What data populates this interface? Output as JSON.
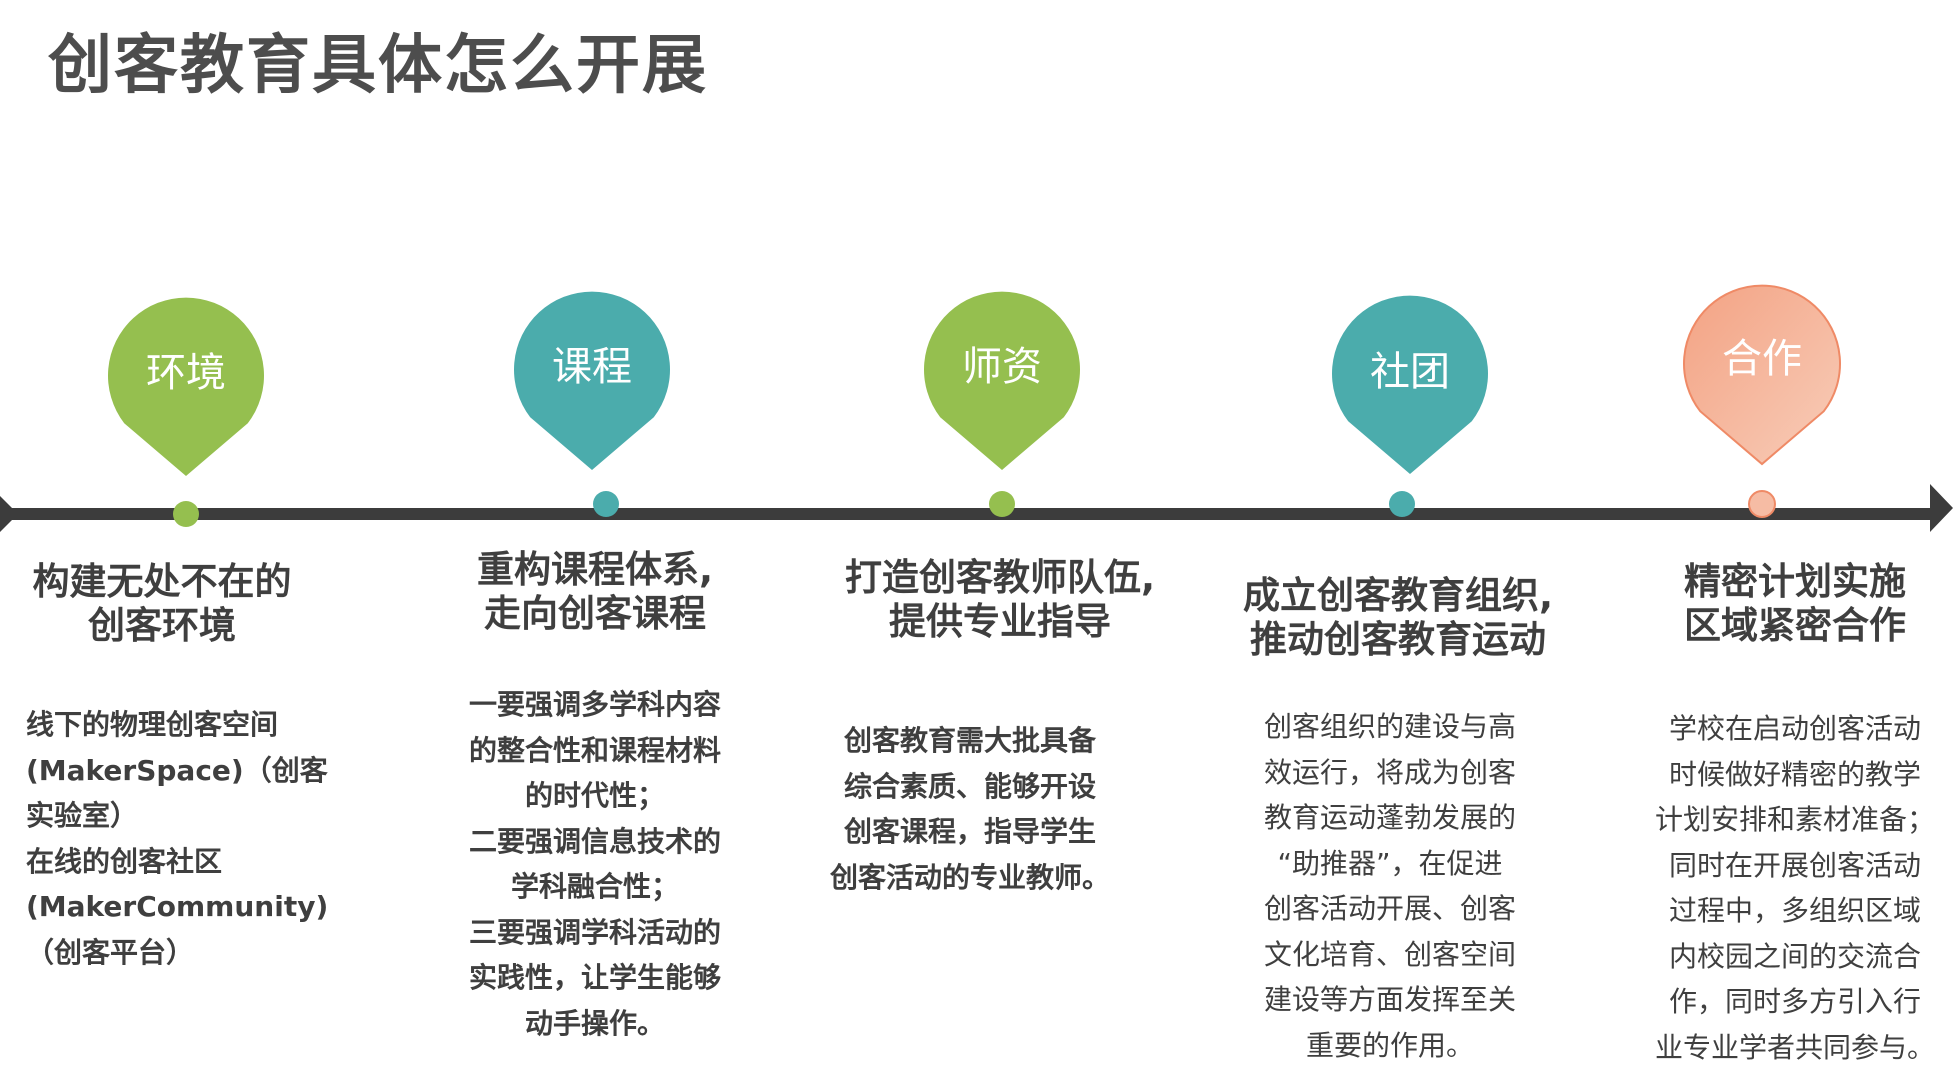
{
  "title": "创客教育具体怎么开展",
  "colors": {
    "green": "#95bf4f",
    "teal": "#4bacac",
    "orange_light": "#f6bca4",
    "orange_dark": "#ef8a66",
    "arrow": "#3c3c3c"
  },
  "stages": [
    {
      "label": "环境",
      "heading": [
        "构建无处不在的",
        "创客环境"
      ],
      "description": [
        "线下的物理创客空间",
        "(MakerSpace)（创客",
        "实验室）",
        "在线的创客社区",
        "(MakerCommunity)",
        "（创客平台）"
      ]
    },
    {
      "label": "课程",
      "heading": [
        "重构课程体系,",
        "走向创客课程"
      ],
      "description": [
        "一要强调多学科内容",
        "的整合性和课程材料",
        "的时代性；",
        "二要强调信息技术的",
        "学科融合性；",
        "三要强调学科活动的",
        "实践性，让学生能够",
        "动手操作。"
      ]
    },
    {
      "label": "师资",
      "heading": [
        "打造创客教师队伍,",
        "提供专业指导"
      ],
      "description": [
        "创客教育需大批具备",
        "综合素质、能够开设",
        "创客课程，指导学生",
        "创客活动的专业教师。"
      ]
    },
    {
      "label": "社团",
      "heading": [
        "成立创客教育组织,",
        "推动创客教育运动"
      ],
      "description": [
        "创客组织的建设与高",
        "效运行，将成为创客",
        "教育运动蓬勃发展的",
        "“助推器”，在促进",
        "创客活动开展、创客",
        "文化培育、创客空间",
        "建设等方面发挥至关",
        "重要的作用。"
      ]
    },
    {
      "label": "合作",
      "heading": [
        "精密计划实施",
        "区域紧密合作"
      ],
      "description": [
        "学校在启动创客活动",
        "时候做好精密的教学",
        "计划安排和素材准备；",
        "同时在开展创客活动",
        "过程中，多组织区域",
        "内校园之间的交流合",
        "作，同时多方引入行",
        "业专业学者共同参与。"
      ]
    }
  ]
}
